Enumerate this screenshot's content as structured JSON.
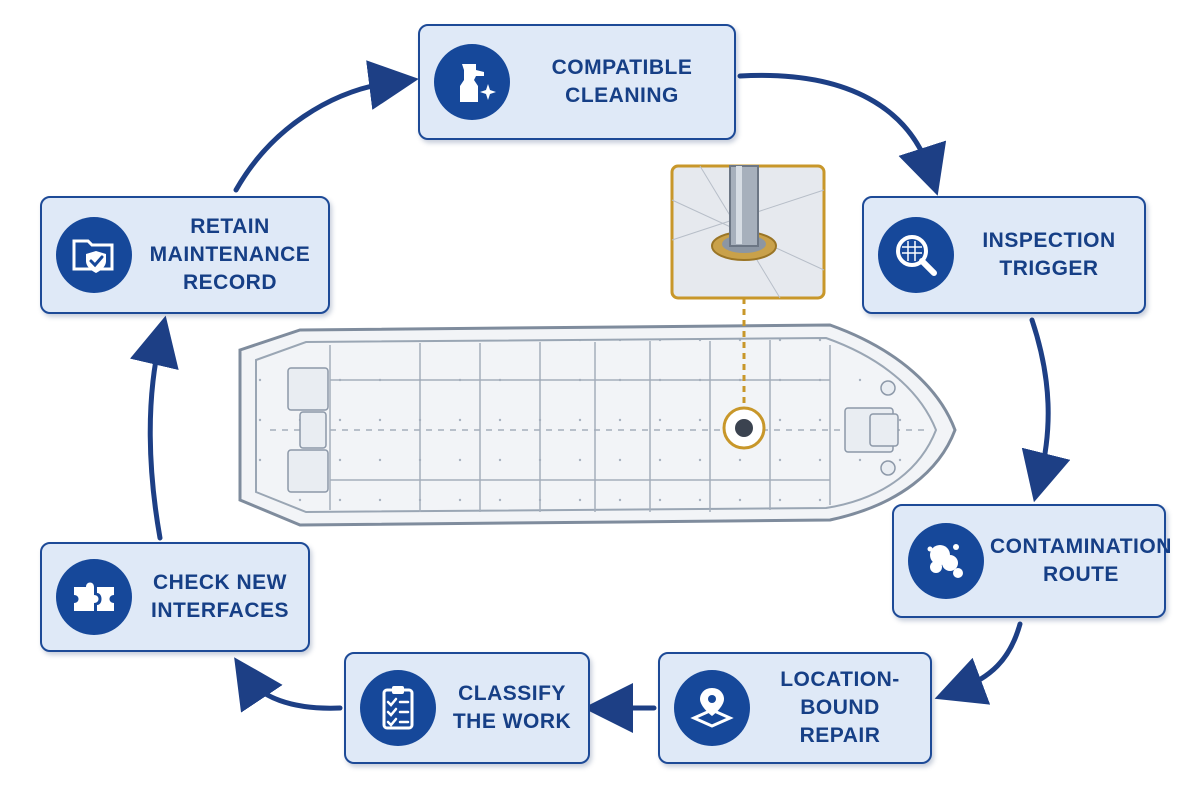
{
  "steps": [
    {
      "id": "cleaning",
      "lines": [
        "COMPATIBLE",
        "CLEANING"
      ],
      "icon": "spray-bottle-icon"
    },
    {
      "id": "inspection",
      "lines": [
        "INSPECTION",
        "TRIGGER"
      ],
      "icon": "magnifier-icon"
    },
    {
      "id": "contamination",
      "lines": [
        "CONTAMINATION",
        "ROUTE"
      ],
      "icon": "contamination-splat-icon"
    },
    {
      "id": "location",
      "lines": [
        "LOCATION-BOUND",
        "REPAIR"
      ],
      "icon": "location-pin-icon"
    },
    {
      "id": "classify",
      "lines": [
        "CLASSIFY",
        "THE WORK"
      ],
      "icon": "checklist-clipboard-icon"
    },
    {
      "id": "interfaces",
      "lines": [
        "CHECK NEW",
        "INTERFACES"
      ],
      "icon": "puzzle-icon"
    },
    {
      "id": "retain",
      "lines": [
        "RETAIN",
        "MAINTENANCE",
        "RECORD"
      ],
      "icon": "secure-folder-icon"
    }
  ],
  "colors": {
    "accent": "#1d4a97",
    "box_fill": "#dfe9f7",
    "icon_fill": "#16489a",
    "highlight": "#c8972a",
    "hull_line": "#7f8c9d"
  }
}
